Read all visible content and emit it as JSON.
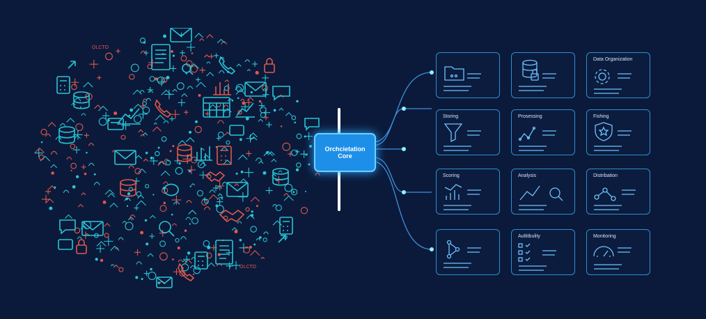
{
  "core": {
    "label_line1": "Orchcietation",
    "label_line2": "Core"
  },
  "cards": [
    {
      "label": "",
      "icon": "folder-icon"
    },
    {
      "label": "",
      "icon": "database-lock-icon"
    },
    {
      "label": "Data Organization",
      "icon": "gear-icon"
    },
    {
      "label": "Storing",
      "icon": "funnel-icon"
    },
    {
      "label": "Prosessing",
      "icon": "scatter-icon"
    },
    {
      "label": "Fishing",
      "icon": "shield-star-icon"
    },
    {
      "label": "Scoring",
      "icon": "bar-chart-icon"
    },
    {
      "label": "Analysis",
      "icon": "magnifier-chart-icon"
    },
    {
      "label": "Distribation",
      "icon": "network-icon"
    },
    {
      "label": "",
      "icon": "branch-icon"
    },
    {
      "label": "Aultitbulity",
      "icon": "checklist-icon"
    },
    {
      "label": "Monitoring",
      "icon": "gauge-icon"
    }
  ],
  "cloud_text": {
    "top": "OLCTO",
    "bottom": "OLCTO"
  },
  "colors": {
    "background": "#0b1a3a",
    "cyan": "#29c5d6",
    "coral": "#e0584f",
    "card_border": "#2f8fcf",
    "core_fill": "#1d8fe8",
    "link": "#3f8fe0"
  }
}
